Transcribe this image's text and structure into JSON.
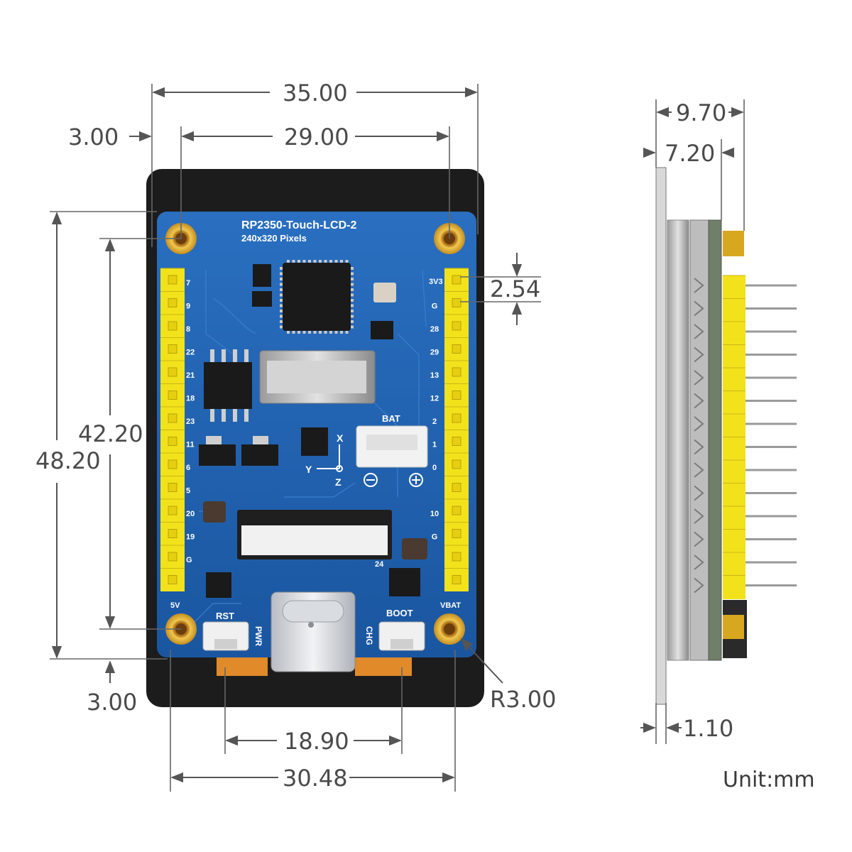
{
  "board": {
    "title": "RP2350-Touch-LCD-2",
    "subtitle": "240x320 Pixels",
    "labels": {
      "bat": "BAT",
      "rst": "RST",
      "boot": "BOOT",
      "pwr": "PWR",
      "chg": "CHG",
      "v3v3": "3V3",
      "vbat": "VBAT",
      "v5": "5V",
      "axis_x": "X",
      "axis_y": "Y",
      "axis_z": "Z",
      "conn_num": "24"
    },
    "left_pins": [
      "7",
      "9",
      "8",
      "22",
      "21",
      "18",
      "23",
      "11",
      "6",
      "5",
      "20",
      "19",
      "G",
      ""
    ],
    "right_pins": [
      "",
      "G",
      "28",
      "29",
      "13",
      "12",
      "2",
      "1",
      "0",
      "",
      "10",
      "G",
      ""
    ]
  },
  "dimensions": {
    "overall_width": "35.00",
    "hole_spacing_x": "29.00",
    "edge_offset_top": "3.00",
    "overall_height": "48.20",
    "hole_spacing_y": "42.20",
    "edge_offset_bottom": "3.00",
    "pin_pitch": "2.54",
    "usb_span": "18.90",
    "header_span": "30.48",
    "corner_radius": "R3.00",
    "side_total": "9.70",
    "side_board": "7.20",
    "side_glass": "1.10"
  },
  "unit_label": "Unit:mm",
  "colors": {
    "pcb": "#1e5fae",
    "bezel": "#1c1c1c",
    "header": "#f2e21b",
    "gold": "#d9a520",
    "flex": "#e08a2a"
  }
}
